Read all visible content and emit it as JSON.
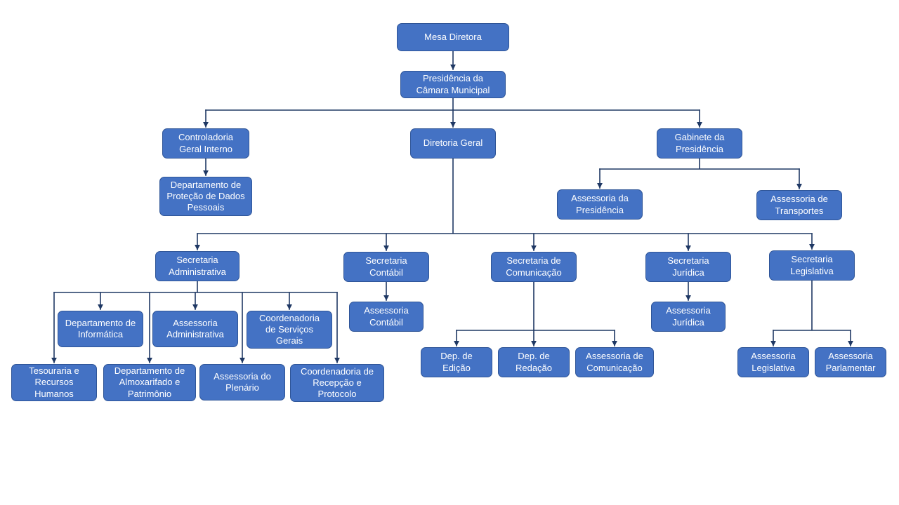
{
  "org": {
    "nodes": {
      "mesa_diretora": {
        "label": "Mesa Diretora",
        "reports_to": null
      },
      "presidencia": {
        "label": "Presidência da Câmara Municipal",
        "reports_to": "mesa_diretora"
      },
      "controladoria": {
        "label": "Controladoria Geral Interno",
        "reports_to": "presidencia"
      },
      "diretoria_geral": {
        "label": "Diretoria Geral",
        "reports_to": "presidencia"
      },
      "gabinete_presidencia": {
        "label": "Gabinete da Presidência",
        "reports_to": "presidencia"
      },
      "dep_protecao_dados": {
        "label": "Departamento de Proteção de Dados Pessoais",
        "reports_to": "controladoria"
      },
      "assessoria_presidencia": {
        "label": "Assessoria da Presidência",
        "reports_to": "gabinete_presidencia"
      },
      "assessoria_transportes": {
        "label": "Assessoria de Transportes",
        "reports_to": "gabinete_presidencia"
      },
      "sec_administrativa": {
        "label": "Secretaria Administrativa",
        "reports_to": "diretoria_geral"
      },
      "sec_contabil": {
        "label": "Secretaria Contábil",
        "reports_to": "diretoria_geral"
      },
      "sec_comunicacao": {
        "label": "Secretaria de Comunicação",
        "reports_to": "diretoria_geral"
      },
      "sec_juridica": {
        "label": "Secretaria Jurídica",
        "reports_to": "diretoria_geral"
      },
      "sec_legislativa": {
        "label": "Secretaria Legislativa",
        "reports_to": "diretoria_geral"
      },
      "dep_informatica": {
        "label": "Departamento de Informática",
        "reports_to": "sec_administrativa"
      },
      "assessoria_administrativa": {
        "label": "Assessoria Administrativa",
        "reports_to": "sec_administrativa"
      },
      "coord_servicos_gerais": {
        "label": "Coordenadoria de Serviços Gerais",
        "reports_to": "sec_administrativa"
      },
      "tesouraria_rh": {
        "label": "Tesouraria e Recursos Humanos",
        "reports_to": "sec_administrativa"
      },
      "dep_almoxarifado": {
        "label": "Departamento de Almoxarifado e Patrimônio",
        "reports_to": "sec_administrativa"
      },
      "assessoria_plenario": {
        "label": "Assessoria do Plenário",
        "reports_to": "sec_administrativa"
      },
      "coord_recepcao": {
        "label": "Coordenadoria de Recepção e Protocolo",
        "reports_to": "sec_administrativa"
      },
      "assessoria_contabil": {
        "label": "Assessoria Contábil",
        "reports_to": "sec_contabil"
      },
      "dep_edicao": {
        "label": "Dep. de Edição",
        "reports_to": "sec_comunicacao"
      },
      "dep_redacao": {
        "label": "Dep. de Redação",
        "reports_to": "sec_comunicacao"
      },
      "assessoria_comunicacao": {
        "label": "Assessoria de Comunicação",
        "reports_to": "sec_comunicacao"
      },
      "assessoria_juridica": {
        "label": "Assessoria Jurídica",
        "reports_to": "sec_juridica"
      },
      "assessoria_legislativa": {
        "label": "Assessoria Legislativa",
        "reports_to": "sec_legislativa"
      },
      "assessoria_parlamentar": {
        "label": "Assessoria Parlamentar",
        "reports_to": "sec_legislativa"
      }
    }
  },
  "colors": {
    "node_fill": "#4472C4",
    "node_border": "#2F5597",
    "node_text": "#FFFFFF",
    "connector": "#1F3864",
    "bg": "#FFFFFF"
  }
}
